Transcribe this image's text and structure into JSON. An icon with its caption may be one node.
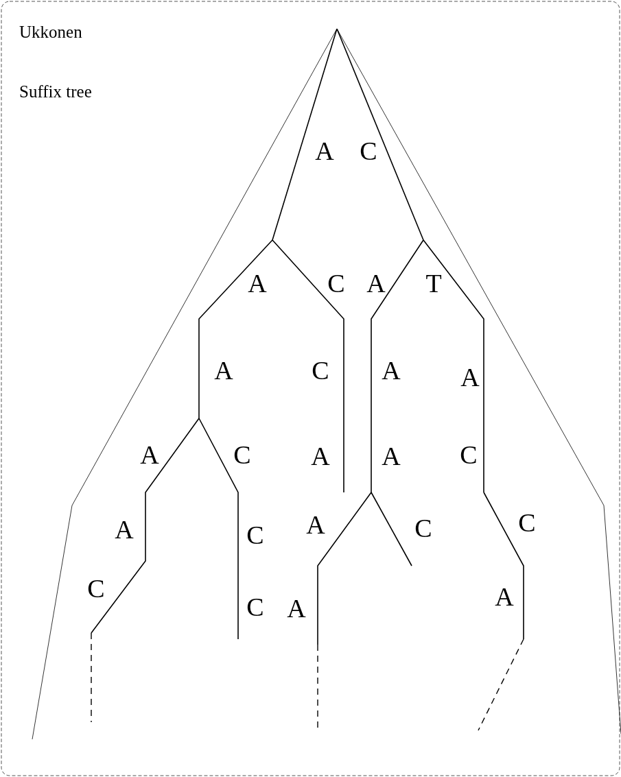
{
  "diagram": {
    "title": "Ukkonen",
    "labels": [
      "Suffix tree",
      "A",
      "C",
      "A",
      "C",
      "A",
      "T",
      "A",
      "C",
      "A",
      "A",
      "A",
      "C",
      "A",
      "A",
      "C",
      "A",
      "C",
      "A",
      "C",
      "C",
      "C",
      "C",
      "A",
      "A"
    ]
  }
}
